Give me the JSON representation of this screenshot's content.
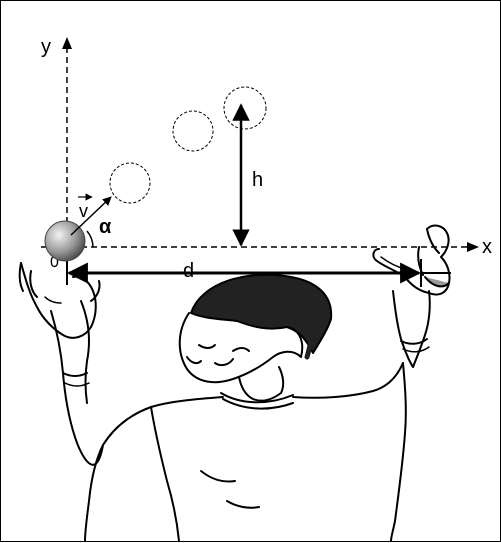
{
  "labels": {
    "y_axis": "y",
    "x_axis": "x",
    "origin": "0",
    "velocity": "v",
    "angle": "α",
    "height": "h",
    "distance": "d"
  },
  "colors": {
    "ink": "#000000",
    "ball_light": "#d9d9d9",
    "ball_dark": "#6b6b6b",
    "skin_shade": "#cfcfcf"
  }
}
